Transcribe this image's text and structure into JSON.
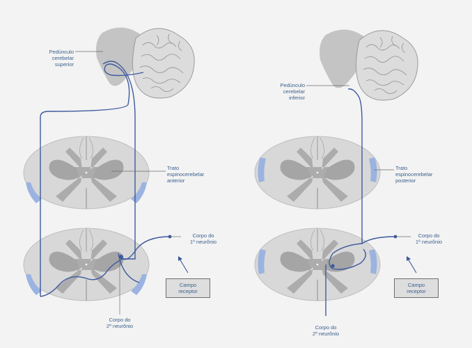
{
  "left_panel": {
    "peduncle_label": "Pedúnculo\ncerebelar\nsuperior",
    "tract_label": "Trato\nespinocerebelar\nanterior",
    "first_neuron_label": "Corpo do\n1º neurônio",
    "receptor_label": "Campo\nreceptor",
    "second_neuron_label": "Corpo do\n2º neurônio"
  },
  "right_panel": {
    "peduncle_label": "Pedúnculo\ncerebelar\ninferior",
    "tract_label": "Trato\nespinocerebelar\nposterior",
    "first_neuron_label": "Corpo do\n1º neurônio",
    "receptor_label": "Campo\nreceptor",
    "second_neuron_label": "Corpo do\n2º neurônio"
  },
  "colors": {
    "background": "#f3f3f3",
    "tissue": "#d6d6d6",
    "gray_matter": "#a3a3a3",
    "tract": "#9bb3e0",
    "pathway": "#3d5a9e",
    "label_text": "#3a5f8c"
  }
}
